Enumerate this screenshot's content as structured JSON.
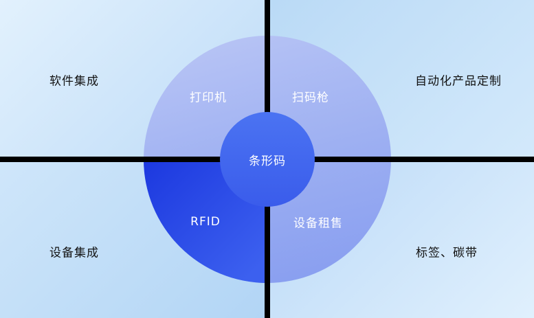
{
  "diagram": {
    "center_label": "条形码",
    "ring_labels": {
      "top_left": "打印机",
      "top_right": "扫码枪",
      "bottom_left": "RFID",
      "bottom_right": "设备租售"
    },
    "corner_labels": {
      "top_left": "软件集成",
      "top_right": "自动化产品定制",
      "bottom_left": "设备集成",
      "bottom_right": "标签、碳带"
    },
    "colors": {
      "background": "#c9e2f8",
      "ring": "#98aaf1",
      "ring_highlight": "#2444e4",
      "center_circle": "#3f63ee",
      "divider_line": "#000000",
      "ring_text": "#ffffff",
      "corner_text": "#121212"
    }
  }
}
